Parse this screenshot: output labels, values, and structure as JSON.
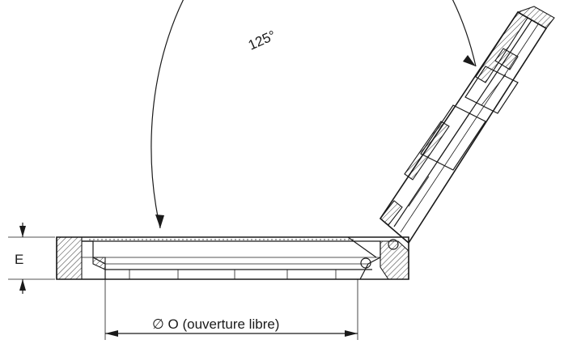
{
  "labels": {
    "angle": "125°",
    "thickness": "E",
    "opening": "∅ O (ouverture libre)"
  },
  "colors": {
    "line": "#1a1a1a",
    "background": "#ffffff"
  }
}
